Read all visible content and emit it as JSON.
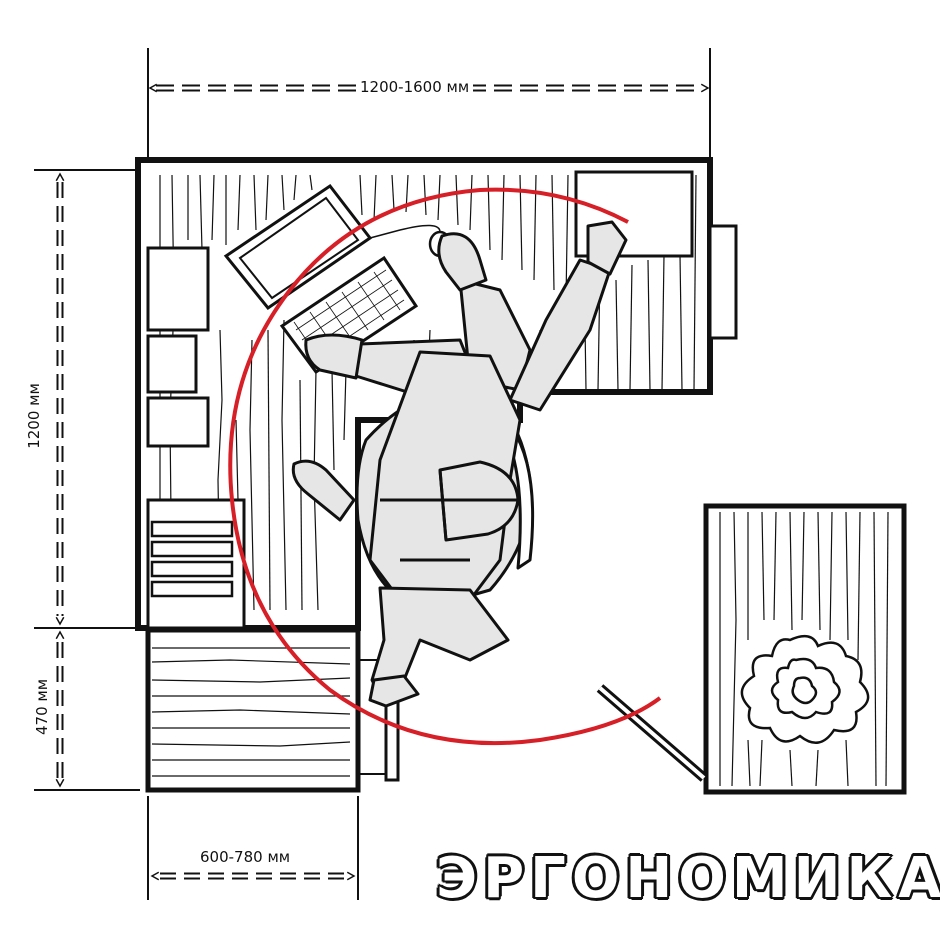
{
  "dimensions": {
    "top_width": "1200-1600 мм",
    "left_depth": "1200 мм",
    "left_lower": "470 мм",
    "bottom_width": "600-780 мм"
  },
  "title": "ЭРГОНОМИКА",
  "colors": {
    "line": "#111111",
    "reach_arc": "#d61f26",
    "figure_fill": "#e6e6e6",
    "background": "#ffffff"
  }
}
